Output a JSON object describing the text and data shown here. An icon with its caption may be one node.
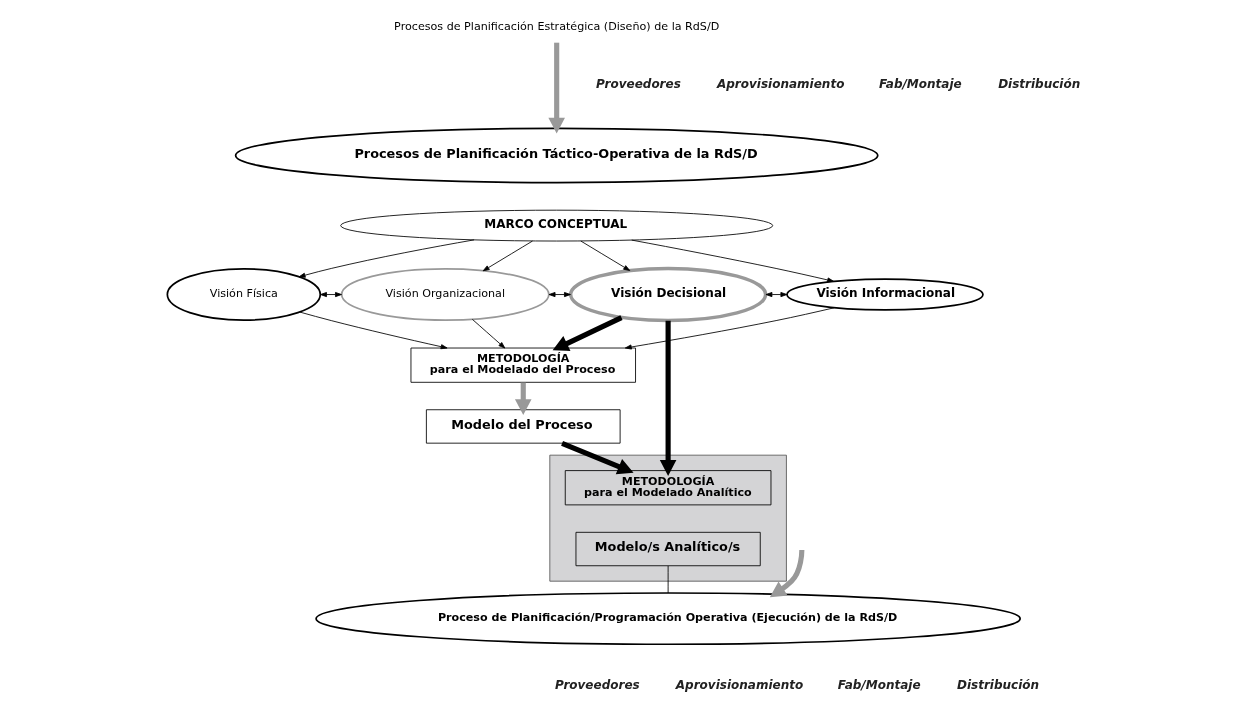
{
  "diagram": {
    "nodes": [
      {
        "text": [
          "Procesos de Planificación Estratégica (Diseño) de la RdS/D"
        ]
      },
      {
        "text": [
          "Procesos de Planificación Táctico-Operativa de la RdS/D"
        ]
      },
      {
        "text": [
          "MARCO CONCEPTUAL"
        ]
      },
      {
        "text": [
          "Visión Física"
        ]
      },
      {
        "text": [
          "Visión Organizacional"
        ]
      },
      {
        "text": [
          "Visión Decisional"
        ]
      },
      {
        "text": [
          "Visión Informacional"
        ]
      },
      {
        "text": [
          "METODOLOGÍA",
          "para el Modelado del Proceso"
        ]
      },
      {
        "text": [
          "Modelo del Proceso"
        ]
      },
      {
        "text": [],
        "shape": "box"
      },
      {
        "text": [
          "METODOLOGÍA",
          "para el Modelado Analítico"
        ],
        "in": 9
      },
      {
        "text": [
          "Modelo/s Analítico/s"
        ],
        "in": 9
      },
      {
        "text": [
          "Proceso de Planificación/Programación Operativa (Ejecución) de la RdS/D"
        ]
      }
    ],
    "edges": [
      {
        "from": 0,
        "to": 1,
        "arrow": "to",
        "style": "thick",
        "color": "#999999"
      },
      {
        "from": 2,
        "to": 3,
        "arrow": "to"
      },
      {
        "from": 2,
        "to": 4,
        "arrow": "to"
      },
      {
        "from": 2,
        "to": 5,
        "arrow": "to"
      },
      {
        "from": 2,
        "to": 6,
        "arrow": "to"
      },
      {
        "from": 3,
        "to": 4,
        "arrow": "both"
      },
      {
        "from": 4,
        "to": 5,
        "arrow": "both"
      },
      {
        "from": 5,
        "to": 6,
        "arrow": "both"
      },
      {
        "from": 3,
        "to": 7,
        "arrow": "to"
      },
      {
        "from": 4,
        "to": 7,
        "arrow": "to"
      },
      {
        "from": 5,
        "to": 7,
        "arrow": "to",
        "style": "thick"
      },
      {
        "from": 6,
        "to": 7,
        "arrow": "to"
      },
      {
        "from": 5,
        "to": 10,
        "arrow": "to",
        "style": "thick"
      },
      {
        "from": 7,
        "to": 8,
        "arrow": "to",
        "style": "thick",
        "color": "#999999"
      },
      {
        "from": 8,
        "to": 10,
        "arrow": "to",
        "style": "thick"
      },
      {
        "from": null,
        "to": 12,
        "arrow": "to",
        "style": "thick",
        "color": "#999999"
      },
      {
        "from": 11,
        "to": 12,
        "arrow": "none"
      }
    ],
    "labels": [
      "Proveedores",
      "Aprovisionamiento",
      "Fab/Montaje",
      "Distribución",
      "Proveedores",
      "Aprovisionamiento",
      "Fab/Montaje",
      "Distribución"
    ]
  }
}
